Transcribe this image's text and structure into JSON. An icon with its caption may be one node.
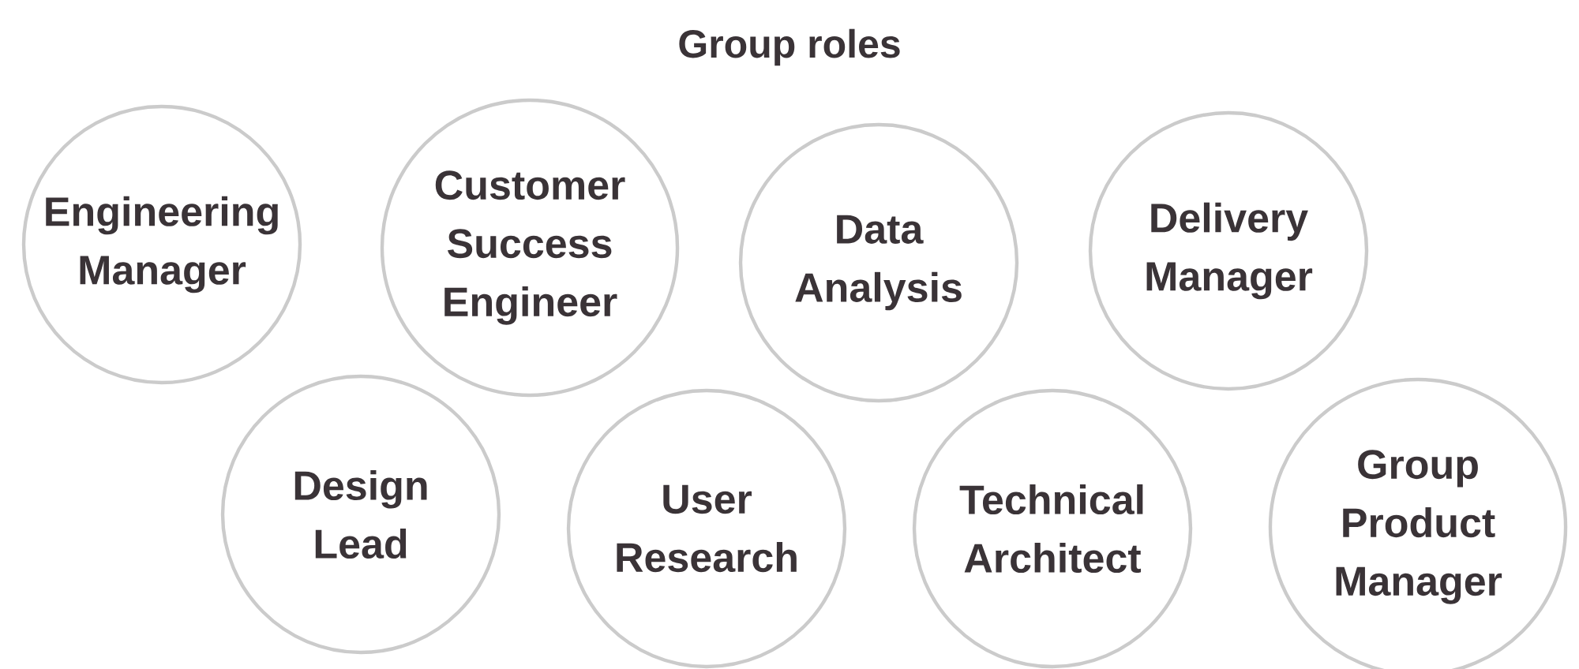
{
  "diagram": {
    "title": "Group roles",
    "nodes": [
      {
        "text": [
          "Engineering Manager"
        ]
      },
      {
        "text": [
          "Customer Success Engineer"
        ]
      },
      {
        "text": [
          "Data Analysis"
        ]
      },
      {
        "text": [
          "Delivery Manager"
        ]
      },
      {
        "text": [
          "Design Lead"
        ]
      },
      {
        "text": [
          "User Research"
        ]
      },
      {
        "text": [
          "Technical Architect"
        ]
      },
      {
        "text": [
          "Group Product Manager"
        ]
      }
    ]
  }
}
